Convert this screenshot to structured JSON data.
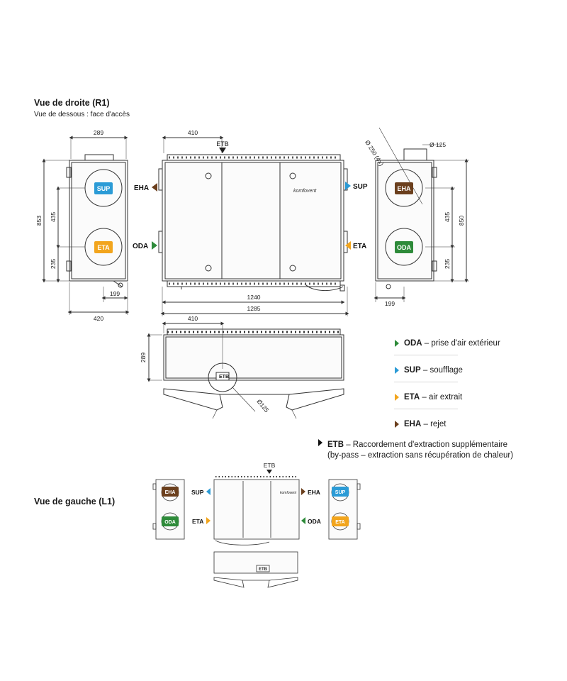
{
  "view_right": {
    "title": "Vue de droite (R1)",
    "subtitle": "Vue de dessous : face d'accès"
  },
  "view_left": {
    "title": "Vue de gauche (L1)"
  },
  "dimensions": {
    "d289": "289",
    "d410": "410",
    "d853": "853",
    "d435": "435",
    "d235": "235",
    "d199": "199",
    "d420": "420",
    "d1240": "1240",
    "d1285": "1285",
    "d850": "850",
    "d125": "Ø 125",
    "d250": "Ø 250 (4×)",
    "d125b": "Ø125"
  },
  "labels": {
    "etb": "ETB",
    "eha": "EHA",
    "oda": "ODA",
    "sup": "SUP",
    "eta": "ETA",
    "brand": "komfovent"
  },
  "legend": [
    {
      "code": "ODA",
      "text": " – prise d'air extérieur",
      "color": "#2e8b3a"
    },
    {
      "code": "SUP",
      "text": " – soufflage",
      "color": "#2b9bd6"
    },
    {
      "code": "ETA",
      "text": " – air extrait",
      "color": "#f2a51d"
    },
    {
      "code": "EHA",
      "text": " – rejet",
      "color": "#6b3f1d"
    }
  ],
  "etb_note": {
    "code": "ETB",
    "line1": " – Raccordement d'extraction supplémentaire",
    "line2": "(by-pass – extraction sans récupération de chaleur)"
  },
  "colors": {
    "oda": "#2e8b3a",
    "sup": "#2b9bd6",
    "eta": "#f2a51d",
    "eha": "#6b3f1d",
    "line": "#333333"
  }
}
